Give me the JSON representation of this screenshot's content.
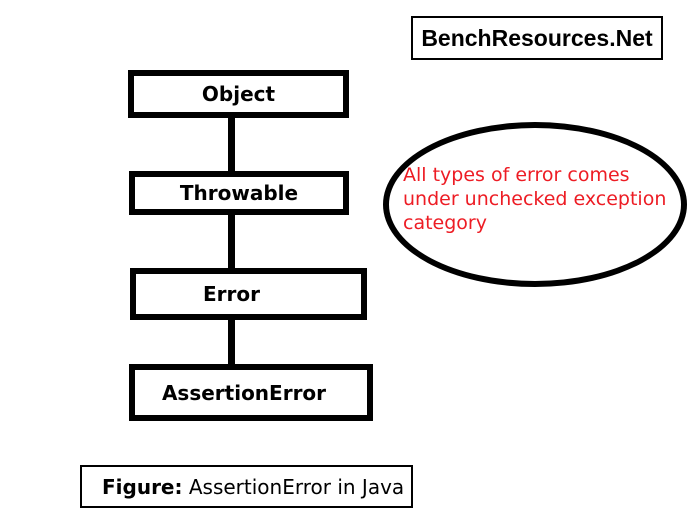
{
  "brand": {
    "label": "BenchResources.Net"
  },
  "diagram": {
    "nodes": [
      {
        "label": "Object"
      },
      {
        "label": "Throwable"
      },
      {
        "label": "Error"
      },
      {
        "label": "AssertionError"
      }
    ]
  },
  "annotation": {
    "line1": "All types of error comes",
    "line2": "under unchecked exception",
    "line3": "category",
    "text_color": "#ed1c24"
  },
  "caption": {
    "prefix": "Figure:",
    "rest": " AssertionError in Java"
  },
  "colors": {
    "background": "#ffffff",
    "stroke": "#000000",
    "annotation_text": "#ed1c24"
  }
}
